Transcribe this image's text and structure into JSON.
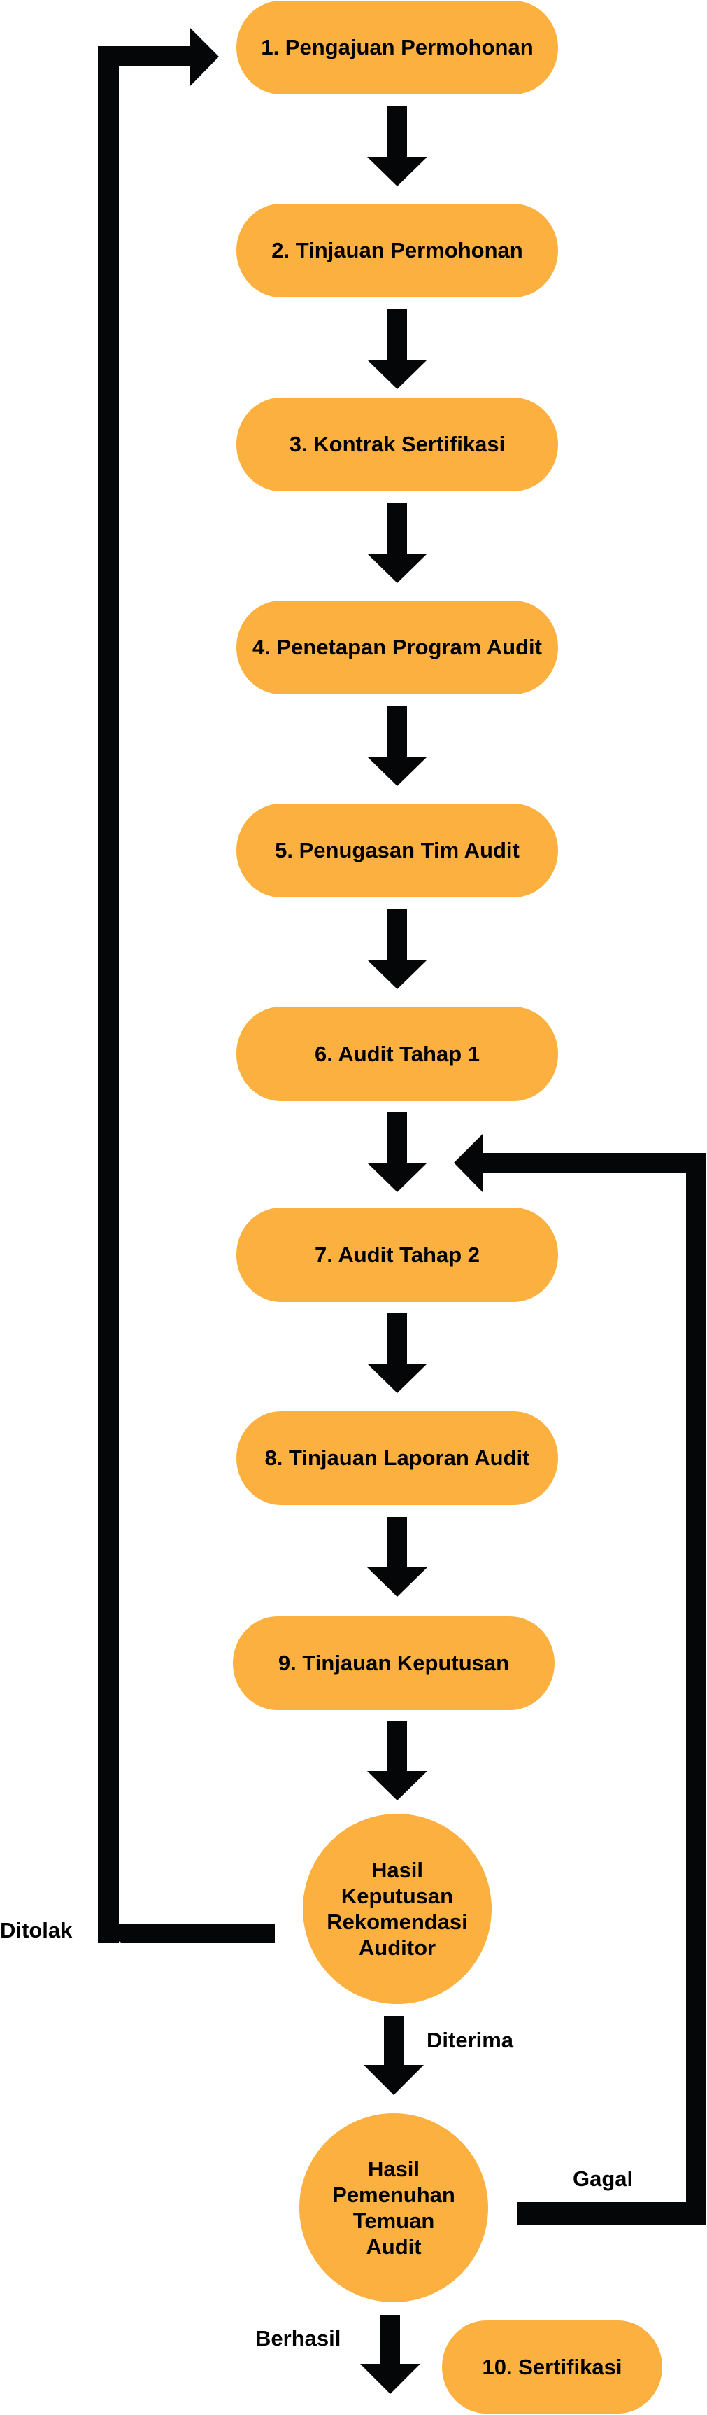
{
  "colors": {
    "box": "#FBB040",
    "arrow": "#050607",
    "text": "#000000"
  },
  "steps": [
    {
      "label": "1. Pengajuan Permohonan"
    },
    {
      "label": "2. Tinjauan Permohonan"
    },
    {
      "label": "3. Kontrak Sertifikasi"
    },
    {
      "label": "4. Penetapan Program Audit"
    },
    {
      "label": "5. Penugasan Tim Audit"
    },
    {
      "label": "6. Audit Tahap 1"
    },
    {
      "label": "7. Audit Tahap 2"
    },
    {
      "label": "8. Tinjauan Laporan Audit"
    },
    {
      "label": "9. Tinjauan Keputusan"
    }
  ],
  "decisions": [
    {
      "label": "Hasil\nKeputusan\nRekomendasi\nAuditor"
    },
    {
      "label": "Hasil\nPemenuhan\nTemuan\nAudit"
    }
  ],
  "final_step": {
    "label": "10. Sertifikasi"
  },
  "edge_labels": {
    "rejected": "Ditolak",
    "accepted": "Diterima",
    "failed": "Gagal",
    "passed": "Berhasil"
  }
}
